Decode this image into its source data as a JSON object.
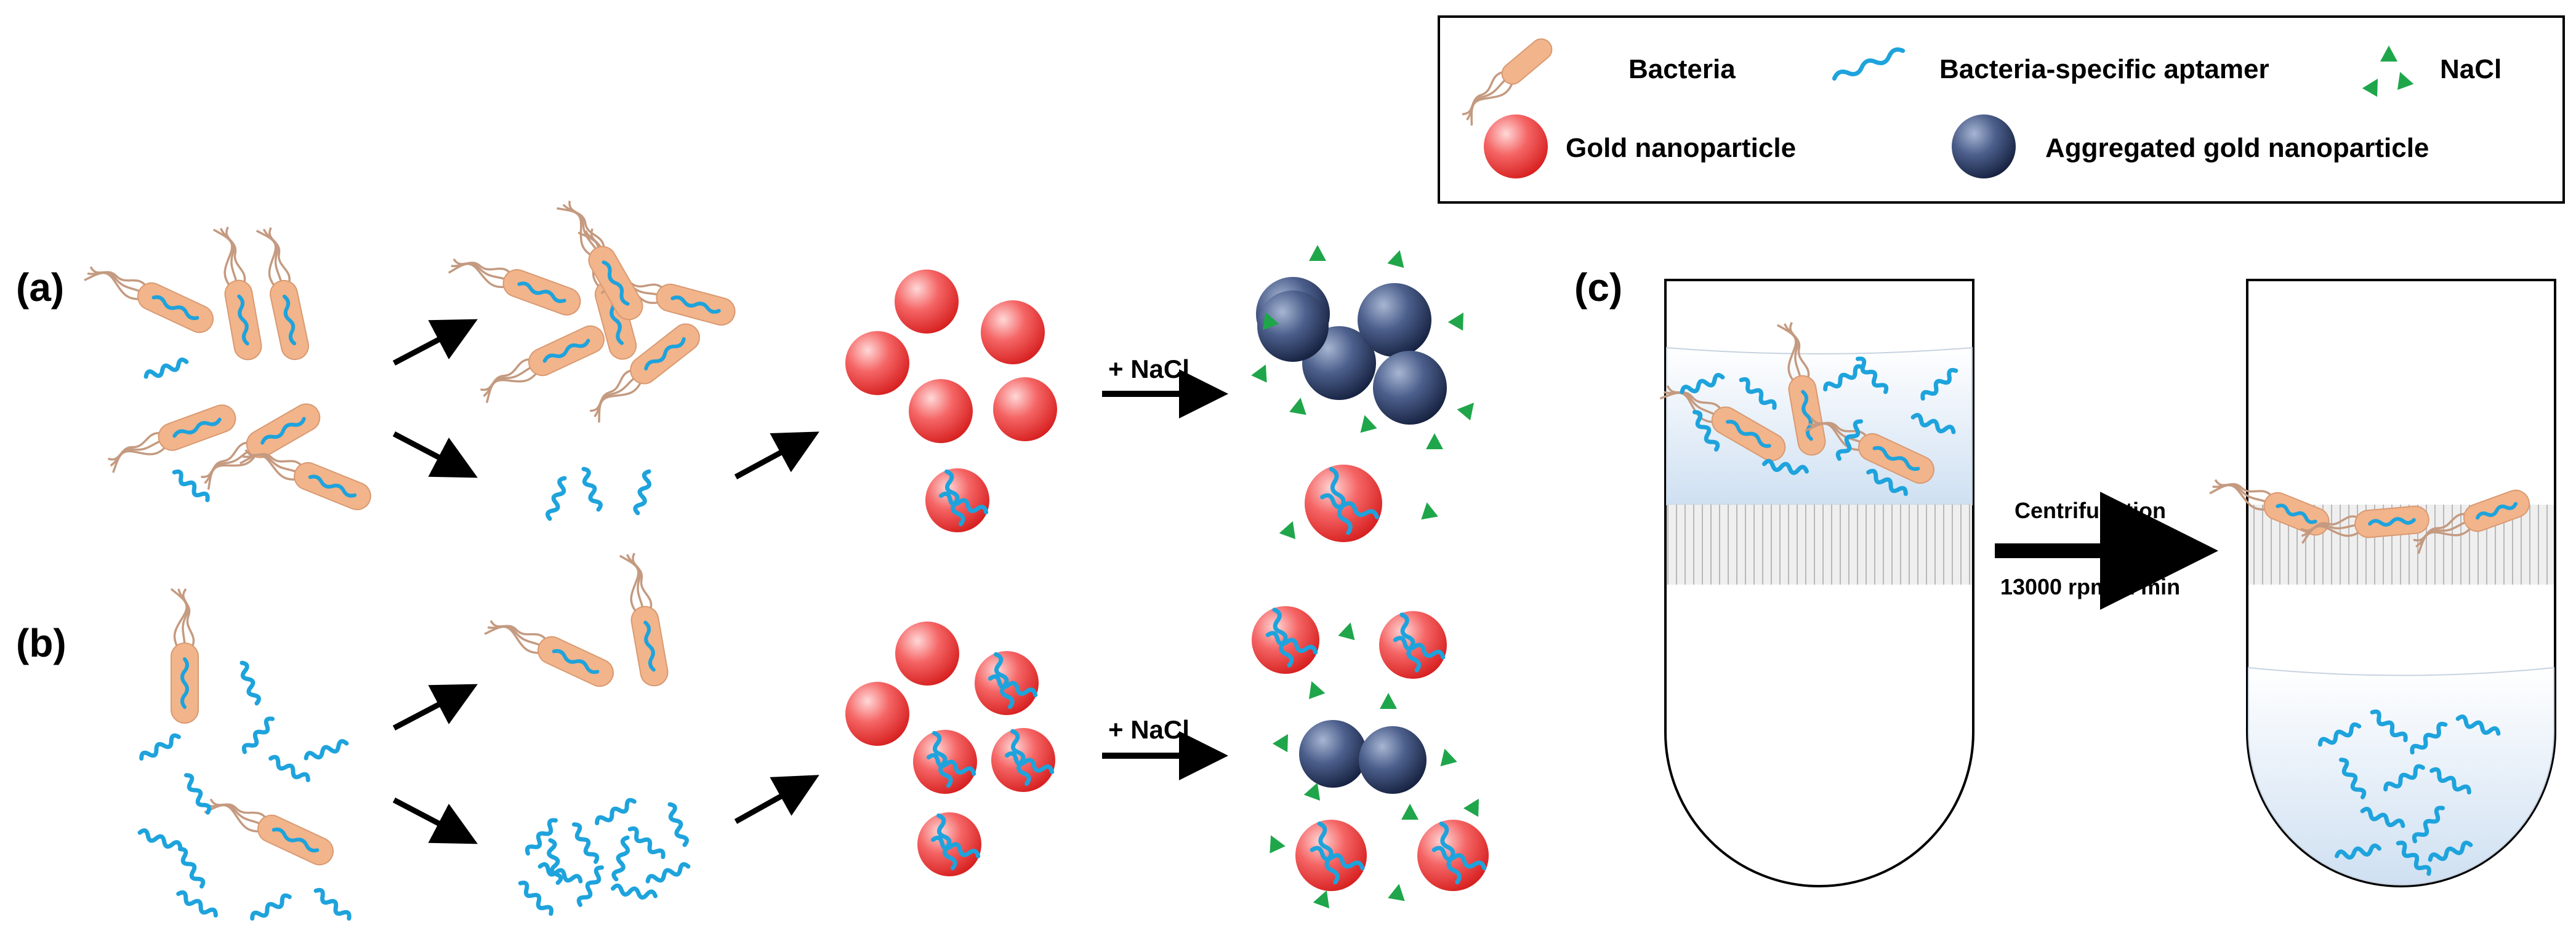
{
  "legend": {
    "bacteria": "Bacteria",
    "aptamer": "Bacteria-specific aptamer",
    "nacl": "NaCl",
    "gold": "Gold nanoparticle",
    "aggregated": "Aggregated gold nanoparticle"
  },
  "panels": {
    "a": "(a)",
    "b": "(b)",
    "c": "(c)"
  },
  "arrow_labels": {
    "nacl_a": "+ NaCl",
    "nacl_b": "+ NaCl",
    "centrifugation": "Centrifugation",
    "centrifugation_params": "13000 rpm, 2 min"
  },
  "colors": {
    "bacteria": "#f2b48b",
    "flagella": "#c49a80",
    "aptamer": "#1ea3dc",
    "gold": "#ee3a3a",
    "aggregated": "#2c3f6b",
    "nacl": "#1fa64a",
    "membrane": "#c8c8c8",
    "solution": "#d6e6f5"
  }
}
